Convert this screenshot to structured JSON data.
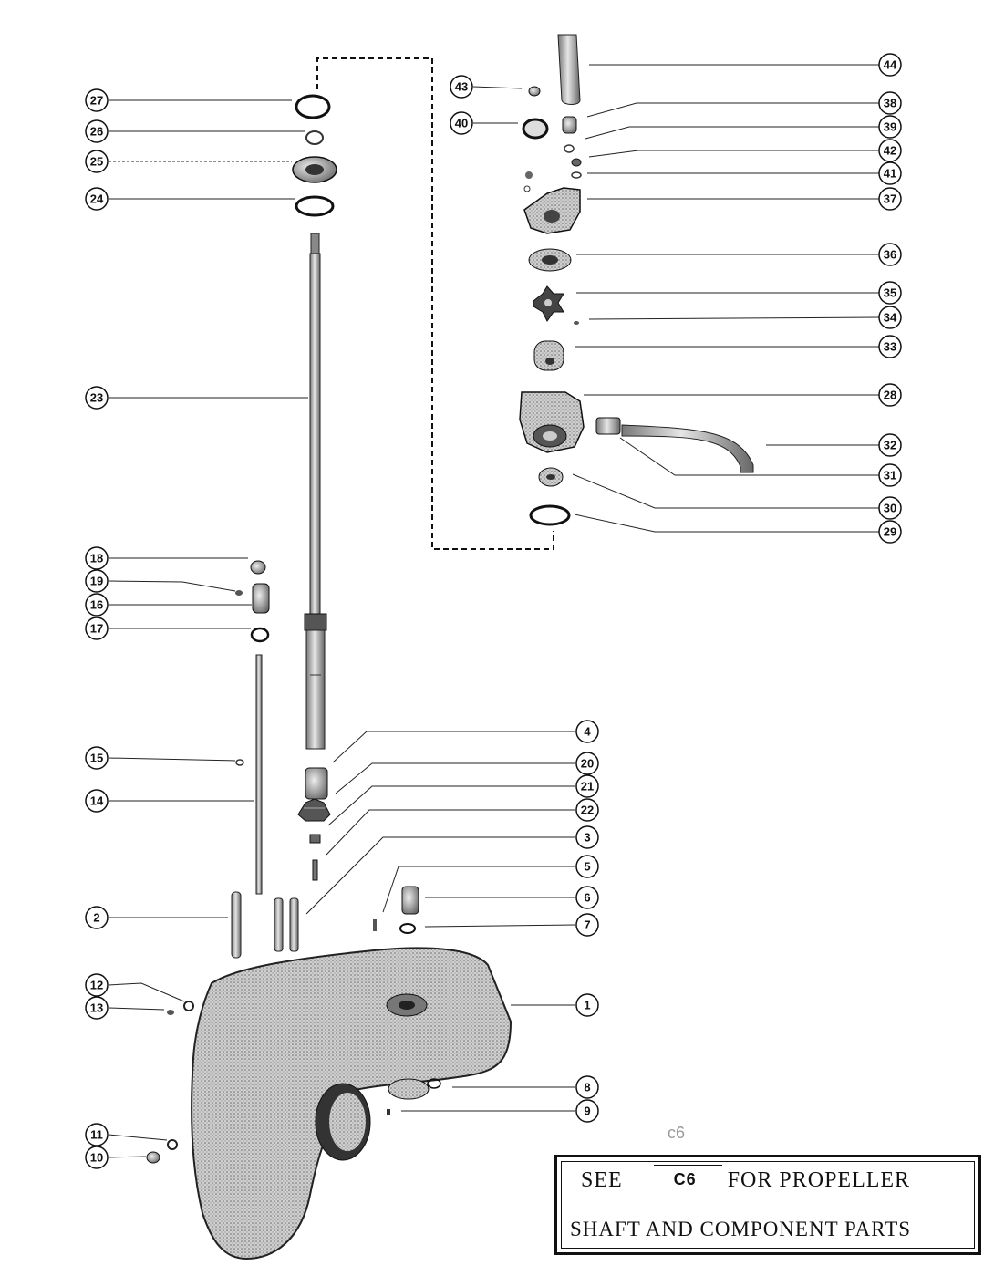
{
  "callouts": [
    {
      "label": "1"
    },
    {
      "label": "2"
    },
    {
      "label": "3"
    },
    {
      "label": "4"
    },
    {
      "label": "5"
    },
    {
      "label": "6"
    },
    {
      "label": "7"
    },
    {
      "label": "8"
    },
    {
      "label": "9"
    },
    {
      "label": "10"
    },
    {
      "label": "11"
    },
    {
      "label": "12"
    },
    {
      "label": "13"
    },
    {
      "label": "14"
    },
    {
      "label": "15"
    },
    {
      "label": "16"
    },
    {
      "label": "17"
    },
    {
      "label": "18"
    },
    {
      "label": "19"
    },
    {
      "label": "20"
    },
    {
      "label": "21"
    },
    {
      "label": "22"
    },
    {
      "label": "23"
    },
    {
      "label": "24"
    },
    {
      "label": "25"
    },
    {
      "label": "26"
    },
    {
      "label": "27"
    },
    {
      "label": "28"
    },
    {
      "label": "29"
    },
    {
      "label": "30"
    },
    {
      "label": "31"
    },
    {
      "label": "32"
    },
    {
      "label": "33"
    },
    {
      "label": "34"
    },
    {
      "label": "35"
    },
    {
      "label": "36"
    },
    {
      "label": "37"
    },
    {
      "label": "38"
    },
    {
      "label": "39"
    },
    {
      "label": "40"
    },
    {
      "label": "41"
    },
    {
      "label": "42"
    },
    {
      "label": "43"
    },
    {
      "label": "44"
    }
  ],
  "note": {
    "see": "SEE",
    "ref": "C6",
    "for_text": "FOR PROPELLER",
    "line2": "SHAFT AND COMPONENT PARTS"
  },
  "stray_mark": "c6"
}
